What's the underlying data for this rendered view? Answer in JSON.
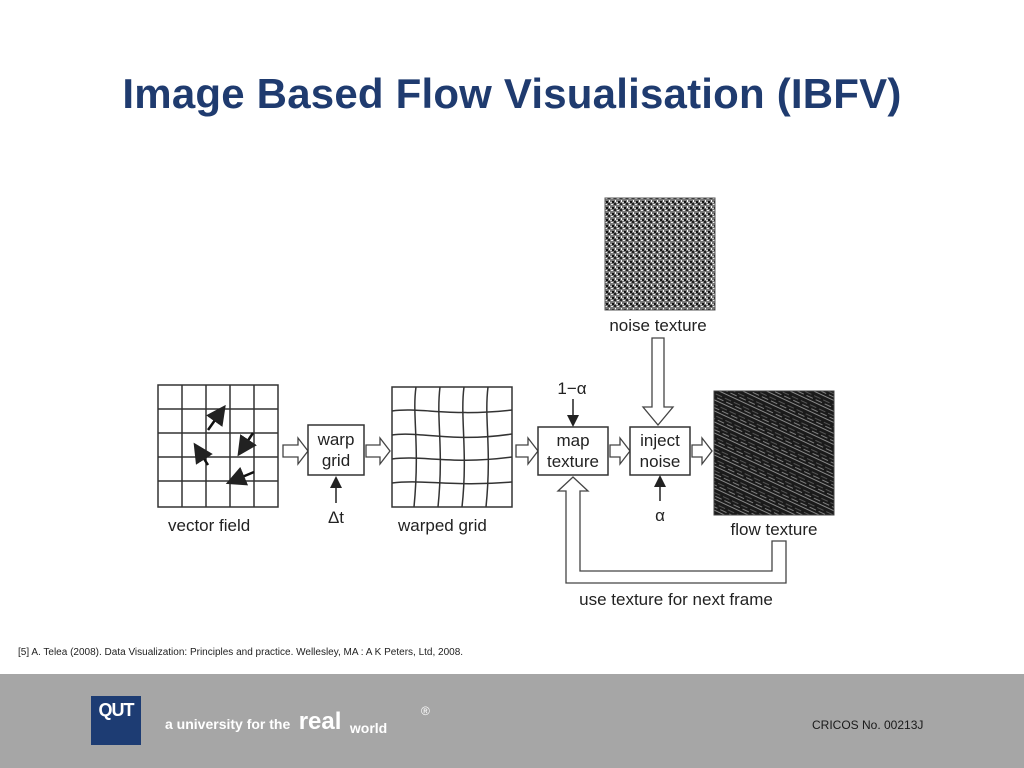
{
  "slide": {
    "title": "Image Based Flow Visualisation (IBFV)",
    "citation": "[5] A. Telea (2008). Data Visualization: Principles and practice. Wellesley, MA : A K Peters, Ltd, 2008."
  },
  "diagram": {
    "labels": {
      "vector_field": "vector field",
      "warp": "warp",
      "grid": "grid",
      "delta_t": "Δt",
      "warped_grid": "warped grid",
      "one_minus_alpha": "1−α",
      "map": "map",
      "texture": "texture",
      "inject": "inject",
      "noise": "noise",
      "alpha": "α",
      "noise_texture": "noise texture",
      "flow_texture": "flow texture",
      "feedback": "use texture for next frame"
    }
  },
  "footer": {
    "logo": "QUT",
    "tagline_prefix": "a university for the",
    "tagline_real": "real",
    "tagline_world": "world",
    "registered": "®",
    "cricos": "CRICOS No. 00213J"
  }
}
